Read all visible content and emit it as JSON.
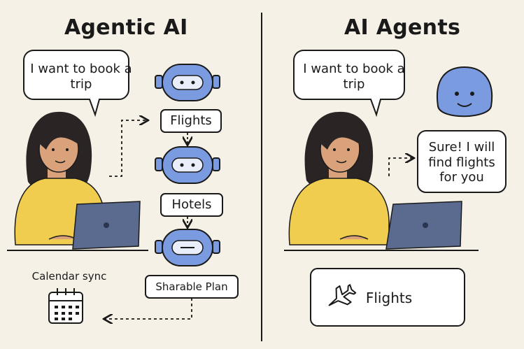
{
  "left": {
    "title": "Agentic AI",
    "speech": "I want to book a trip",
    "steps": [
      "Flights",
      "Hotels",
      "Sharable Plan"
    ],
    "calendar_label": "Calendar sync"
  },
  "right": {
    "title": "AI Agents",
    "speech": "I want to book a trip",
    "reply": "Sure! I will find flights for you",
    "result_label": "Flights"
  },
  "colors": {
    "background": "#f6f1e7",
    "robot_blue": "#7b9be0",
    "shirt_yellow": "#f1cd4f",
    "laptop": "#5a6b8f",
    "hair": "#2a2424",
    "skin": "#d9a27a"
  },
  "icons": [
    "robot-icon",
    "robot-icon",
    "robot-icon",
    "smiley-agent-icon",
    "calendar-icon",
    "airplane-icon"
  ]
}
